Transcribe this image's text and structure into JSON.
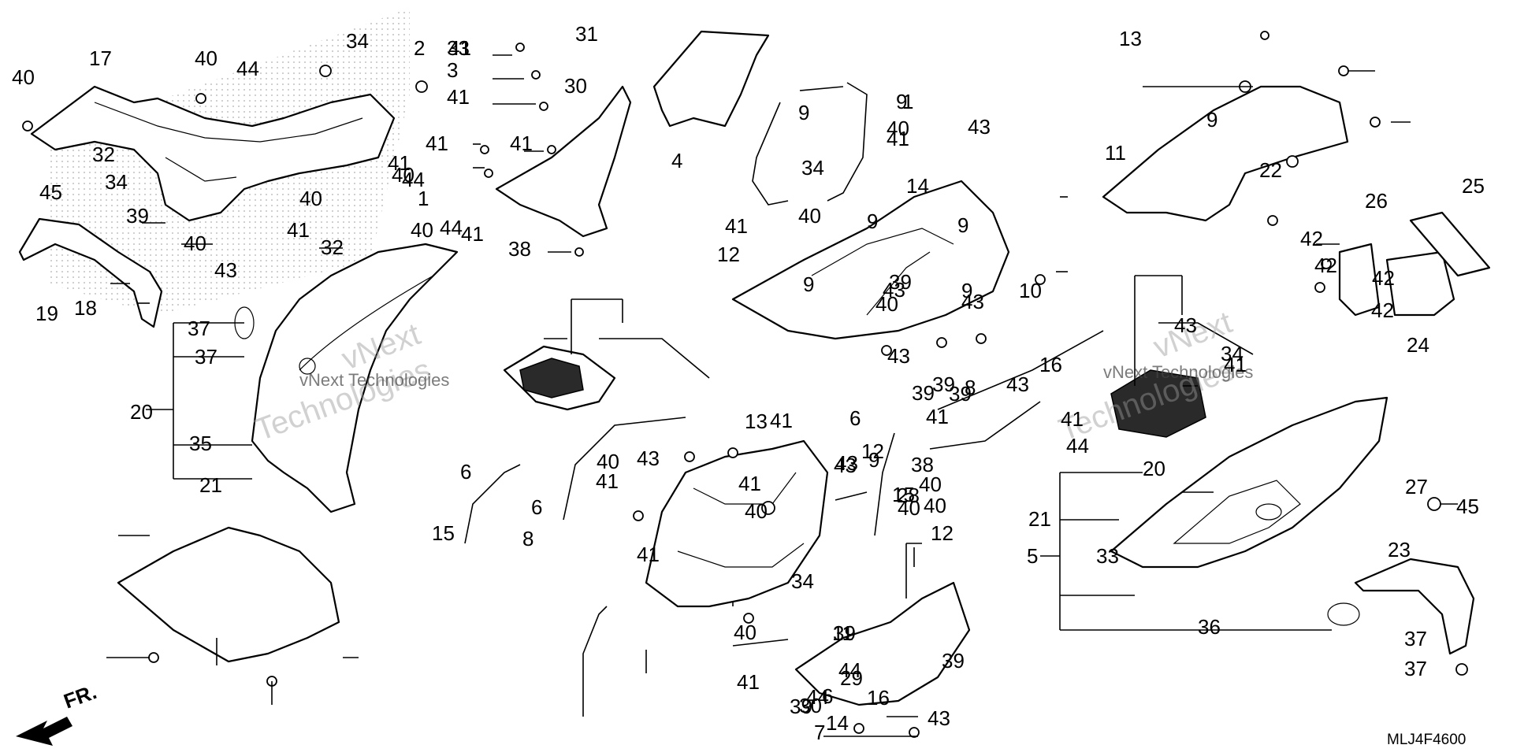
{
  "diagram_code": "MLJ4F4600",
  "direction_label": "FR.",
  "watermark": {
    "line1": "vNext",
    "line2": "Technologies",
    "inline": "vNext Technologies"
  },
  "callouts": [
    "40",
    "17",
    "40",
    "44",
    "34",
    "2",
    "41",
    "31",
    "30",
    "9",
    "9",
    "43",
    "41",
    "40",
    "1",
    "40",
    "34",
    "9",
    "9",
    "14",
    "13",
    "11",
    "9",
    "22",
    "32",
    "34",
    "39",
    "40",
    "43",
    "45",
    "19",
    "18",
    "37",
    "37",
    "35",
    "20",
    "21",
    "4",
    "33",
    "3",
    "41",
    "41",
    "41",
    "41",
    "40",
    "41",
    "41",
    "40",
    "1",
    "44",
    "40",
    "32",
    "44",
    "38",
    "41",
    "12",
    "9",
    "43",
    "40",
    "43",
    "39",
    "8",
    "9",
    "10",
    "16",
    "43",
    "41",
    "34",
    "39",
    "39",
    "39",
    "43",
    "43",
    "41",
    "44",
    "20",
    "21",
    "5",
    "33",
    "36",
    "23",
    "37",
    "37",
    "27",
    "45",
    "26",
    "24",
    "25",
    "42",
    "42",
    "42",
    "42",
    "6",
    "6",
    "15",
    "8",
    "13",
    "41",
    "43",
    "6",
    "12",
    "41",
    "40",
    "40",
    "41",
    "41",
    "39",
    "39",
    "43",
    "39",
    "34",
    "44",
    "44",
    "7",
    "16",
    "29",
    "30",
    "11",
    "6",
    "14",
    "9",
    "15",
    "28",
    "43",
    "43",
    "40",
    "40",
    "41",
    "41",
    "38",
    "40",
    "40",
    "12"
  ]
}
